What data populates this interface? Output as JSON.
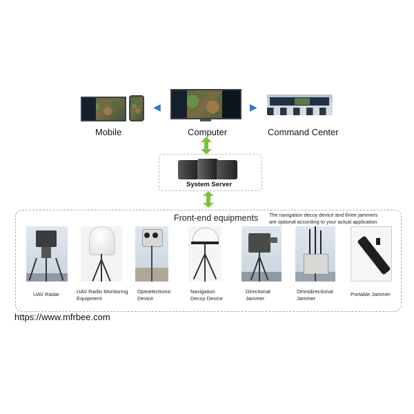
{
  "top": {
    "mobile_label": "Mobile",
    "computer_label": "Computer",
    "command_center_label": "Command Center"
  },
  "server": {
    "label": "System Server"
  },
  "front_end": {
    "title": "Front-end equipments",
    "note_line1": "The navigation decoy device and three jammers",
    "note_line2": "are optional according to your actual application",
    "items": [
      {
        "line1": "UAV Radar",
        "line2": ""
      },
      {
        "line1": "UAV Radio Monitoring",
        "line2": "Equipment"
      },
      {
        "line1": "Optoelectronic",
        "line2": "Device"
      },
      {
        "line1": "Navigation",
        "line2": "Decoy Device"
      },
      {
        "line1": "Directional",
        "line2": "Jammer"
      },
      {
        "line1": "Omnidirectional",
        "line2": "Jammer"
      },
      {
        "line1": "Portable Jammer",
        "line2": ""
      }
    ]
  },
  "footer": {
    "url": "https://www.mfrbee.com"
  },
  "colors": {
    "green_arrow": "#7cc242",
    "blue_arrow": "#2f79c9"
  }
}
